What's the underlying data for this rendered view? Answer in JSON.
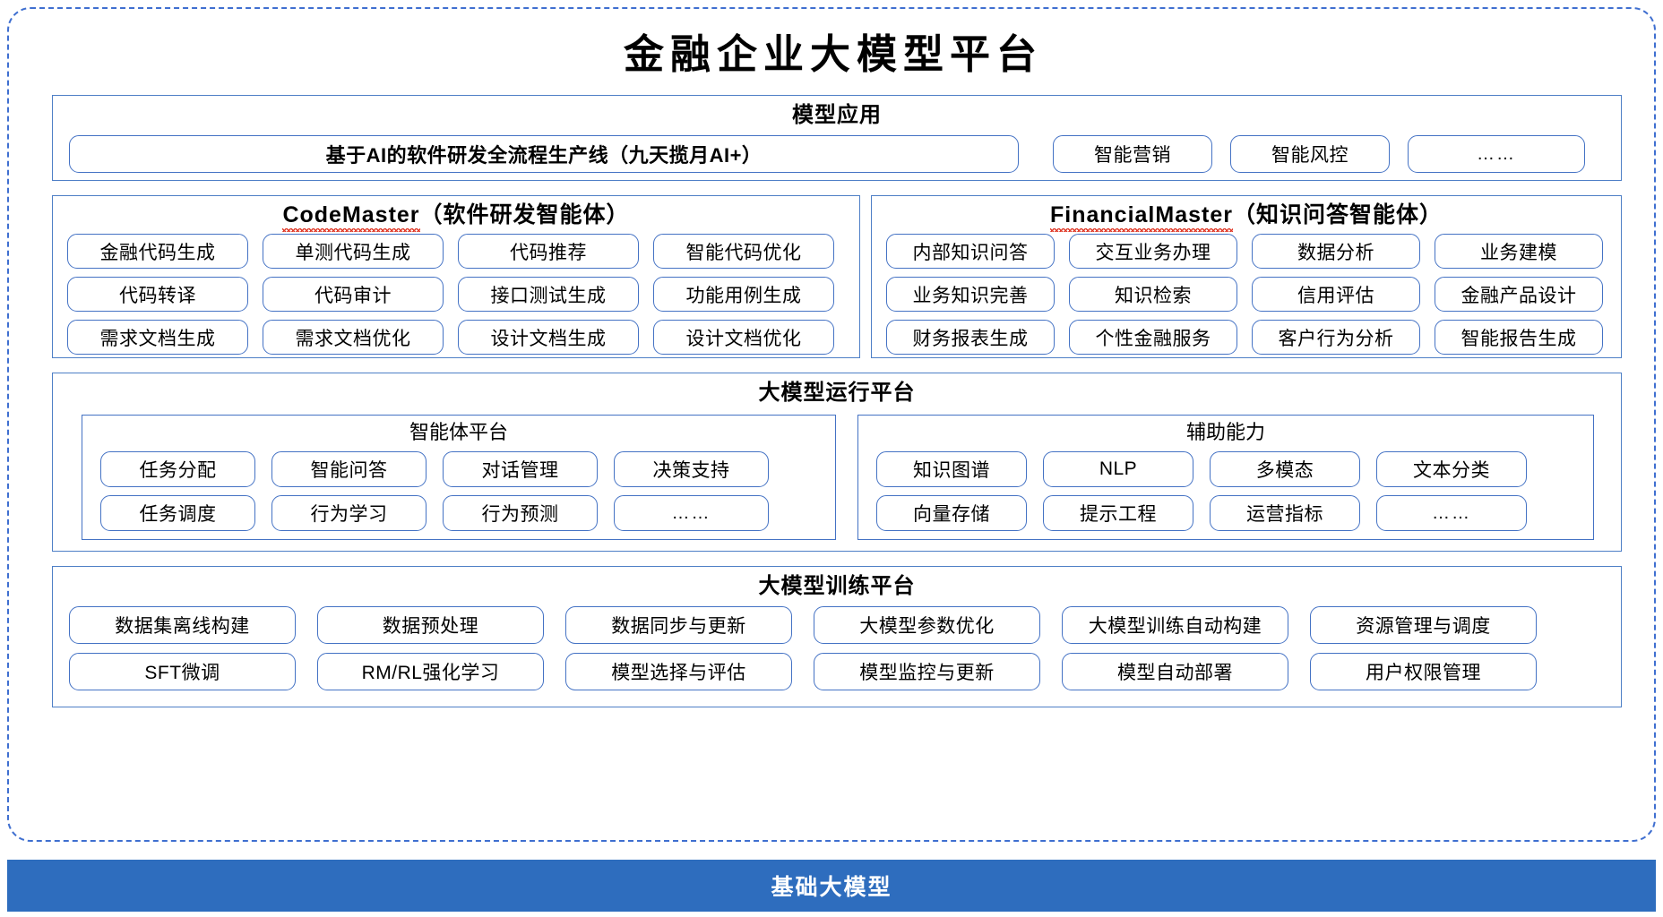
{
  "diagram": {
    "title": "金融企业大模型平台",
    "accent_color": "#4472c4",
    "panel_border_color": "#4e7fc6",
    "dashed_border_color": "#3f6fd0",
    "base_bar_color": "#2e6dbe"
  },
  "model_application": {
    "title": "模型应用",
    "pipeline_label": "基于AI的软件研发全流程生产线（九天揽月AI+）",
    "items": [
      {
        "label": "智能营销"
      },
      {
        "label": "智能风控"
      },
      {
        "label": "……"
      }
    ]
  },
  "code_master": {
    "title_en": "CodeMaster",
    "title_cn": "（软件研发智能体）",
    "rows": [
      [
        "金融代码生成",
        "单测代码生成",
        "代码推荐",
        "智能代码优化"
      ],
      [
        "代码转译",
        "代码审计",
        "接口测试生成",
        "功能用例生成"
      ],
      [
        "需求文档生成",
        "需求文档优化",
        "设计文档生成",
        "设计文档优化"
      ]
    ]
  },
  "financial_master": {
    "title_en": "FinancialMaster",
    "title_cn": "（知识问答智能体）",
    "rows": [
      [
        "内部知识问答",
        "交互业务办理",
        "数据分析",
        "业务建模"
      ],
      [
        "业务知识完善",
        "知识检索",
        "信用评估",
        "金融产品设计"
      ],
      [
        "财务报表生成",
        "个性金融服务",
        "客户行为分析",
        "智能报告生成"
      ]
    ]
  },
  "runtime_platform": {
    "title": "大模型运行平台",
    "agent_platform": {
      "title": "智能体平台",
      "rows": [
        [
          "任务分配",
          "智能问答",
          "对话管理",
          "决策支持"
        ],
        [
          "任务调度",
          "行为学习",
          "行为预测",
          "……"
        ]
      ]
    },
    "auxiliary": {
      "title": "辅助能力",
      "rows": [
        [
          "知识图谱",
          "NLP",
          "多模态",
          "文本分类"
        ],
        [
          "向量存储",
          "提示工程",
          "运营指标",
          "……"
        ]
      ]
    }
  },
  "training_platform": {
    "title": "大模型训练平台",
    "rows": [
      [
        "数据集离线构建",
        "数据预处理",
        "数据同步与更新",
        "大模型参数优化",
        "大模型训练自动构建",
        "资源管理与调度"
      ],
      [
        "SFT微调",
        "RM/RL强化学习",
        "模型选择与评估",
        "模型监控与更新",
        "模型自动部署",
        "用户权限管理"
      ]
    ]
  },
  "base_model": {
    "label": "基础大模型"
  }
}
